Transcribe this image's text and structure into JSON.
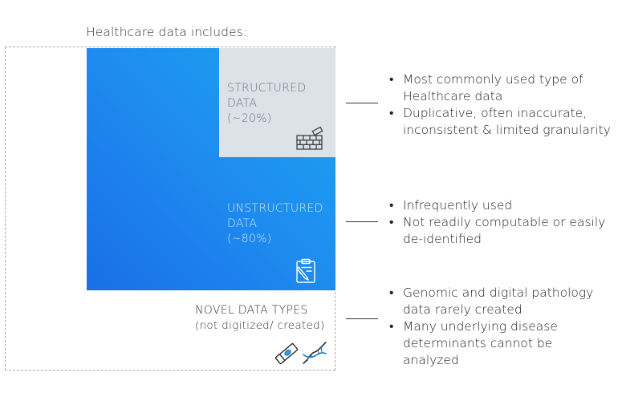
{
  "heading": "Healthcare data includes:",
  "blocks": {
    "structured": {
      "line1": "STRUCTURED",
      "line2": "DATA",
      "line3": "(~20%)",
      "icon": "brick-wall-icon"
    },
    "unstructured": {
      "line1": "UNSTRUCTURED",
      "line2": "DATA",
      "line3": "(~80%)",
      "icon": "clipboard-pen-icon"
    },
    "novel": {
      "line1": "NOVEL DATA TYPES",
      "line2": "(not digitized/ created)",
      "icons": [
        "microscope-slide-icon",
        "dna-helix-icon"
      ]
    }
  },
  "bullets": {
    "structured": [
      "Most commonly used type of Healthcare data",
      "Duplicative, often inaccurate, inconsistent & limited granularity"
    ],
    "unstructured": [
      "Infrequently used",
      "Not readily computable or easily de-identified"
    ],
    "novel": [
      "Genomic and digital pathology data rarely created",
      "Many underlying disease determinants cannot be analyzed"
    ]
  },
  "colors": {
    "blue_dark": "#1a6fe6",
    "blue_light": "#1aa7ee",
    "structured_fill": "#dde2e9",
    "dashed_border": "#a8a8a8"
  }
}
